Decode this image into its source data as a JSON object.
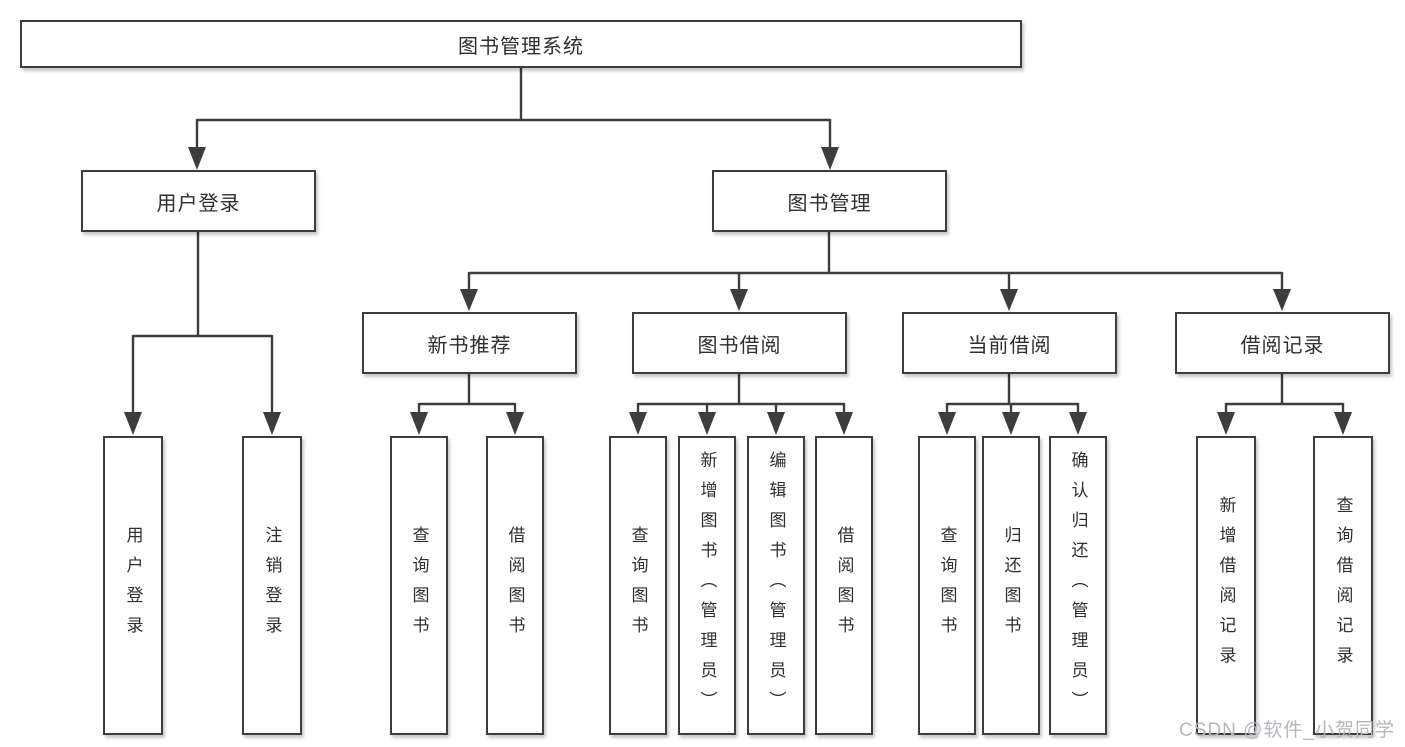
{
  "diagram_title": "图书管理系统",
  "branches": [
    {
      "label": "用户登录",
      "leaves": [
        "用户登录",
        "注销登录"
      ]
    },
    {
      "label": "图书管理",
      "sections": [
        {
          "label": "新书推荐",
          "leaves": [
            "查询图书",
            "借阅图书"
          ]
        },
        {
          "label": "图书借阅",
          "leaves": [
            "查询图书",
            "新增图书（管理员）",
            "编辑图书（管理员）",
            "借阅图书"
          ]
        },
        {
          "label": "当前借阅",
          "leaves": [
            "查询图书",
            "归还图书",
            "确认归还（管理员）"
          ]
        },
        {
          "label": "借阅记录",
          "leaves": [
            "新增借阅记录",
            "查询借阅记录"
          ]
        }
      ]
    }
  ],
  "watermark": "CSDN @软件_小贺同学",
  "colors": {
    "line": "#3d3d3d",
    "text": "#2f2f2f",
    "background": "#ffffff",
    "watermark": "#b4b7bc"
  }
}
